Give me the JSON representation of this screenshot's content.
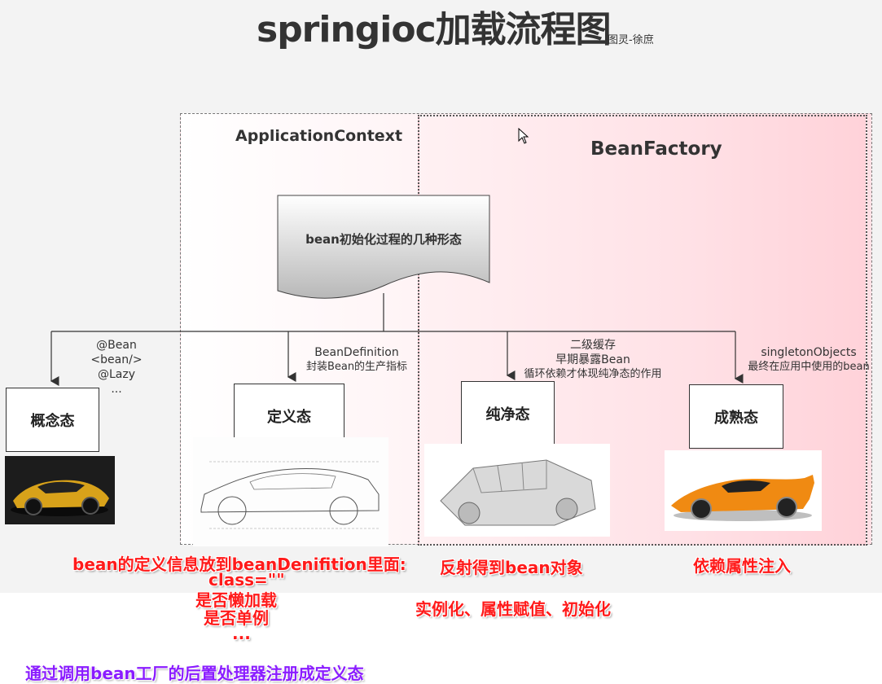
{
  "title": "springioc加载流程图",
  "subtitle": "图灵-徐庶",
  "containers": {
    "application_context": "ApplicationContext",
    "bean_factory": "BeanFactory"
  },
  "root_node": "bean初始化过程的几种形态",
  "states": {
    "concept": "概念态",
    "definition": "定义态",
    "pure": "纯净态",
    "mature": "成熟态"
  },
  "annotations": {
    "concept": [
      "@Bean",
      "<bean/>",
      "@Lazy",
      "..."
    ],
    "definition": [
      "BeanDefinition",
      "封装Bean的生产指标"
    ],
    "pure": [
      "二级缓存",
      "早期暴露Bean",
      "循环依赖才体现纯净态的作用"
    ],
    "mature": [
      "singletonObjects",
      "最终在应用中使用的bean"
    ]
  },
  "notes": {
    "definition_lines": [
      "bean的定义信息放到beanDenifition里面:",
      "class=\"\"",
      "是否懒加载",
      "是否单例",
      "..."
    ],
    "reflection": "反射得到bean对象",
    "instantiate": "实例化、属性赋值、初始化",
    "inject": "依赖属性注入",
    "post_processor": "通过调用bean工厂的后置处理器注册成定义态"
  },
  "colors": {
    "note_red": "#ff1a1a",
    "note_purple": "#8a1cff",
    "bean_factory_fill": "#ffdfe4"
  }
}
